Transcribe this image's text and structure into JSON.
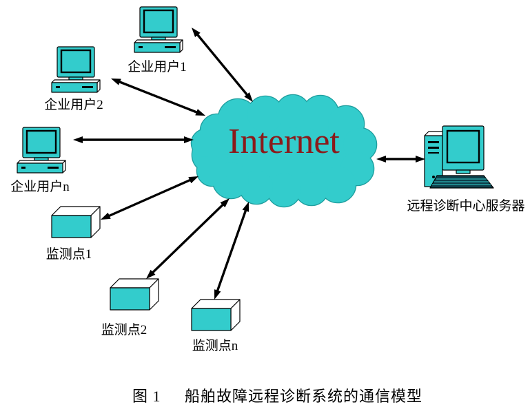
{
  "figure": {
    "cloud_label": "Internet",
    "network_icon": "cloud-icon",
    "enterprise_users": [
      {
        "label": "企业用户1",
        "icon": "desktop-computer-icon"
      },
      {
        "label": "企业用户2",
        "icon": "desktop-computer-icon"
      },
      {
        "label": "企业用户n",
        "icon": "desktop-computer-icon"
      }
    ],
    "monitoring_points": [
      {
        "label": "监测点1",
        "icon": "sensor-box-icon"
      },
      {
        "label": "监测点2",
        "icon": "sensor-box-icon"
      },
      {
        "label": "监测点n",
        "icon": "sensor-box-icon"
      }
    ],
    "server": {
      "label": "远程诊断中心服务器",
      "icon": "server-workstation-icon"
    }
  },
  "caption": {
    "figure_number": "图 1",
    "title": "船舶故障远程诊断系统的通信模型"
  },
  "colors": {
    "device_fill": "#33CCCC",
    "cloud_fill": "#33CCCC",
    "cloud_outline": "#1f9e9e",
    "cloud_text": "#8B1A1A",
    "line_and_outline": "#000000",
    "box_face": "#ffffff"
  }
}
